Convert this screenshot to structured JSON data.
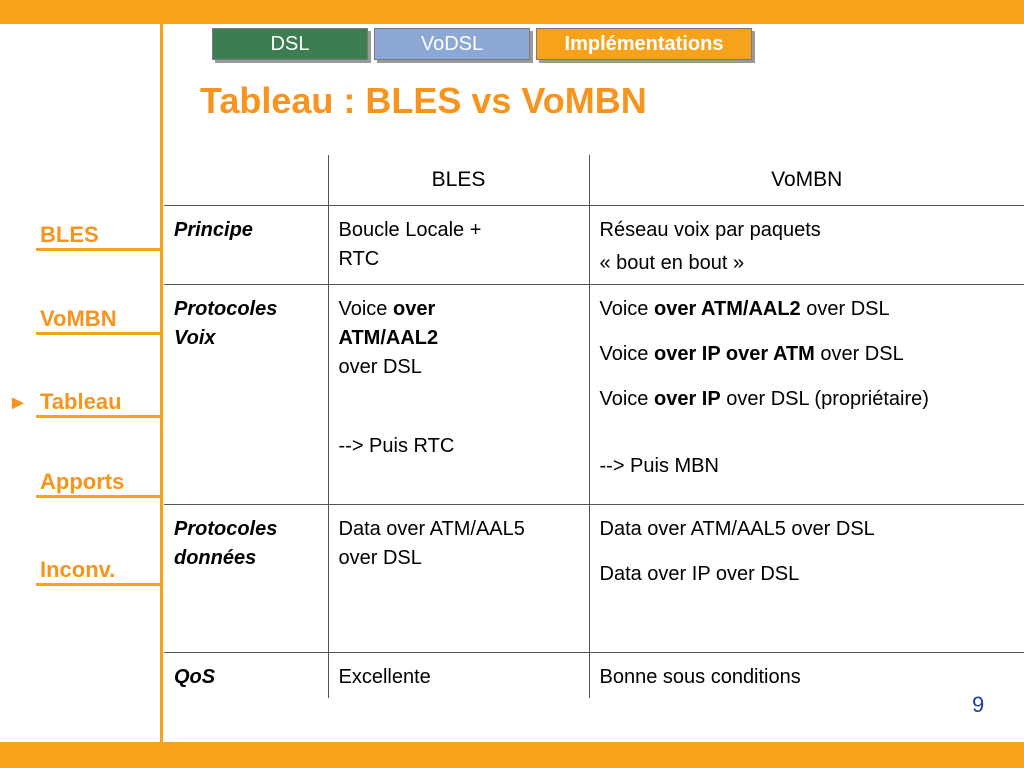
{
  "tabs": [
    {
      "label": "DSL",
      "color": "#3d7d52"
    },
    {
      "label": "VoDSL",
      "color": "#8ea8d6"
    },
    {
      "label": "Implémentations",
      "color": "#f7a21b"
    }
  ],
  "title": "Tableau : BLES vs VoMBN",
  "nav": {
    "active_marker": "►",
    "items": [
      "BLES",
      "VoMBN",
      "Tableau",
      "Apports",
      "Inconv."
    ]
  },
  "table": {
    "headers": [
      "",
      "BLES",
      "VoMBN"
    ],
    "principe": {
      "label": "Principe",
      "bles": [
        "Boucle Locale +",
        "RTC"
      ],
      "vombn": [
        "Réseau voix par paquets",
        "« bout en bout »"
      ]
    },
    "protocoles_voix": {
      "label": [
        "Protocoles",
        "Voix"
      ],
      "bles": {
        "pre": "Voice ",
        "bold1": "over",
        "bold2": "ATM/AAL2",
        "post": "over DSL",
        "then": "--> Puis RTC"
      },
      "vombn": [
        {
          "pre": "Voice ",
          "bold": "over ATM/AAL2",
          "post": " over DSL"
        },
        {
          "pre": "Voice ",
          "bold": "over IP over ATM",
          "post": " over DSL"
        },
        {
          "pre": "Voice ",
          "bold": "over IP",
          "post": " over DSL (propriétaire)"
        }
      ],
      "vombn_then": "--> Puis MBN"
    },
    "protocoles_donnees": {
      "label": [
        "Protocoles",
        "données"
      ],
      "bles": [
        "Data over ATM/AAL5",
        "over DSL"
      ],
      "vombn": [
        "Data over ATM/AAL5 over DSL",
        "Data over IP over DSL"
      ]
    },
    "qos": {
      "label": "QoS",
      "bles": "Excellente",
      "vombn": "Bonne sous conditions"
    }
  },
  "page_number": "9",
  "colors": {
    "accent": "#f7a21b",
    "title": "#f7941d",
    "page_number": "#1f3c9c"
  }
}
